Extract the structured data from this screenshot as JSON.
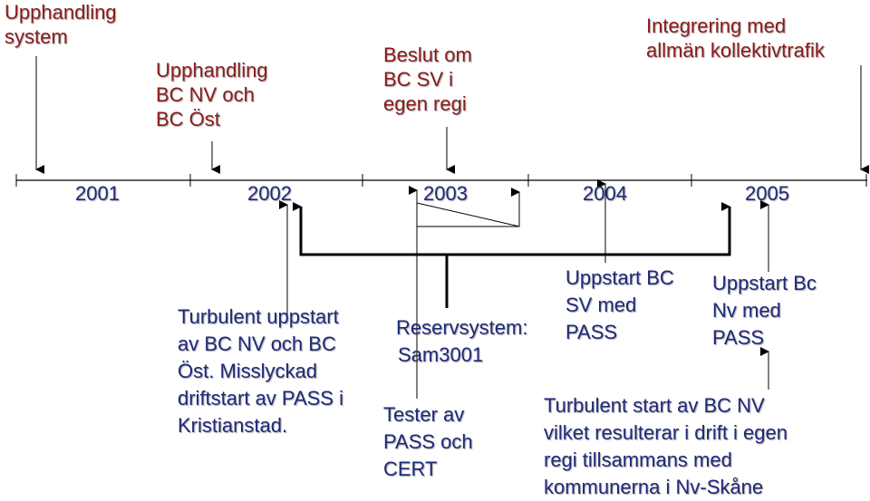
{
  "top_labels": {
    "upphandling_system": [
      "Upphandling",
      "system"
    ],
    "upphandling_bc": [
      "Upphandling",
      "BC NV och",
      "BC Öst"
    ],
    "beslut": [
      "Beslut om",
      "BC SV i",
      "egen regi"
    ],
    "integrering": [
      "Integrering med",
      "allmän kollektivtrafik"
    ]
  },
  "years": [
    "2001",
    "2002",
    "2003",
    "2004",
    "2005"
  ],
  "bottom_labels": {
    "turbulent_uppstart": [
      "Turbulent uppstart",
      "av BC NV och BC",
      "Öst. Misslyckad",
      "driftstart av PASS i",
      "Kristianstad."
    ],
    "reservsystem": [
      "Reservsystem:",
      "Sam3001"
    ],
    "tester": [
      "Tester av",
      "PASS och",
      "CERT"
    ],
    "uppstart_bc_sv": [
      "Uppstart BC",
      "SV med",
      "PASS"
    ],
    "uppstart_bc_nv": [
      "Uppstart Bc",
      "Nv med",
      "PASS"
    ],
    "turbulent_start": [
      "Turbulent start av BC NV",
      "vilket resulterar i drift i egen",
      "regi tillsammans med",
      "kommunerna i Nv-Skåne"
    ]
  },
  "colors": {
    "top_text": "#8b1c1c",
    "bottom_text": "#1f2a7a",
    "lines": "#000000"
  }
}
